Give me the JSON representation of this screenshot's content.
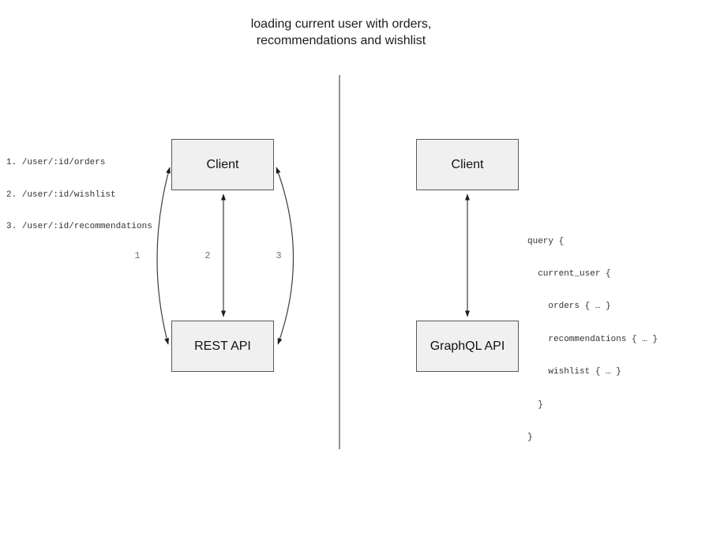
{
  "title": {
    "line1": "loading current user with orders,",
    "line2": "recommendations and wishlist"
  },
  "rest_side": {
    "endpoints": [
      "1. /user/:id/orders",
      "2. /user/:id/wishlist",
      "3. /user/:id/recommendations"
    ],
    "client_label": "Client",
    "api_label": "REST API",
    "call_labels": [
      "1",
      "2",
      "3"
    ]
  },
  "graphql_side": {
    "client_label": "Client",
    "api_label": "GraphQL API",
    "query_lines": [
      "query {",
      "  current_user {",
      "    orders { … }",
      "    recommendations { … }",
      "    wishlist { … }",
      "  }",
      "}"
    ]
  },
  "colors": {
    "box_fill": "#f0f0f0",
    "box_border": "#58595b",
    "connector": "#3d3d3d",
    "arrowhead": "#1c1c1c",
    "divider": "#6e6e6e",
    "call_label_text": "#757575",
    "code_text": "#333333",
    "title_text": "#1c1c1c"
  }
}
